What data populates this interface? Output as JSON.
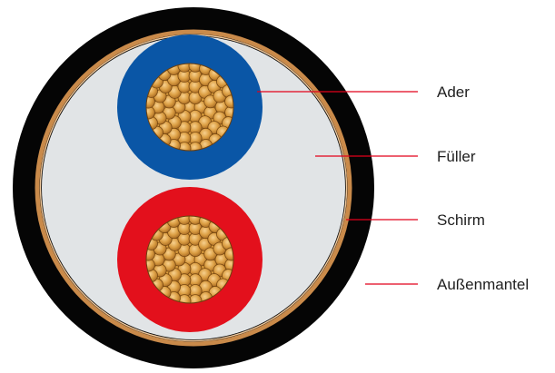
{
  "labels": {
    "conductor": "Ader",
    "filler": "Füller",
    "shield": "Schirm",
    "outer_sheath": "Außenmantel"
  },
  "colors": {
    "outer_sheath": "#050505",
    "shield": "#c07a3a",
    "filler": "#e1e4e6",
    "insulation_blue": "#0a56a6",
    "insulation_red": "#e3101c",
    "copper": "#d89a3c",
    "copper_strand_outline": "#7a4a12",
    "leader_line": "#e2001a"
  },
  "icons": {
    "copper_strands": "stranded-copper-conductor"
  }
}
